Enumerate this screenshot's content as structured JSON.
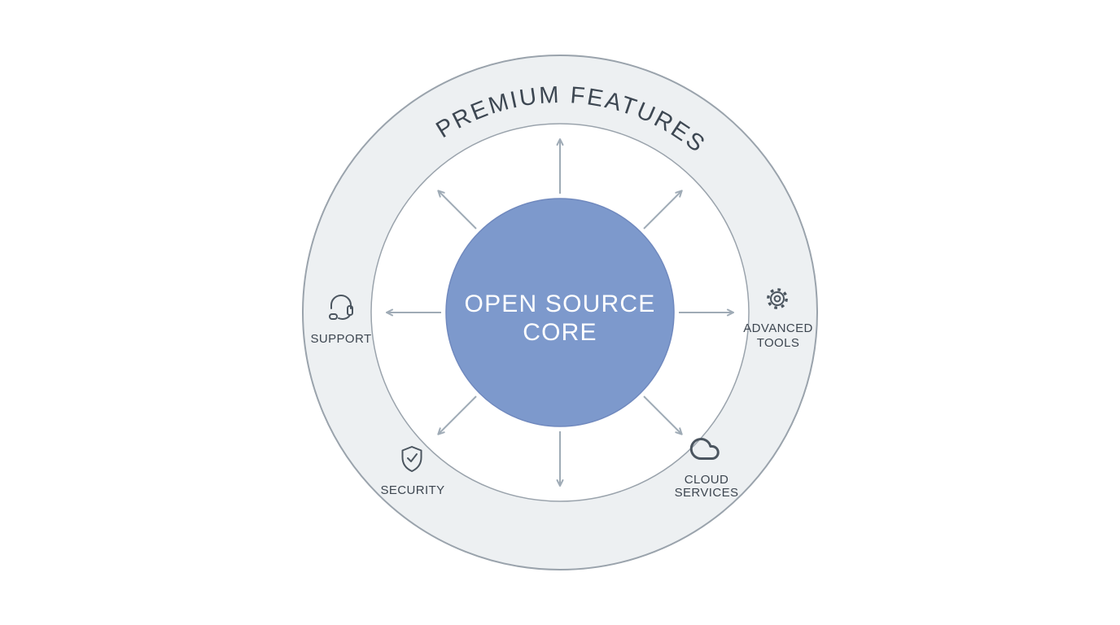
{
  "diagram": {
    "ring_title": "PREMIUM FEATURES",
    "core": {
      "line1": "OPEN SOURCE",
      "line2": "CORE"
    },
    "features": [
      {
        "id": "support",
        "icon": "headset-icon",
        "lines": [
          "SUPPORT"
        ]
      },
      {
        "id": "advanced-tools",
        "icon": "gear-icon",
        "lines": [
          "ADVANCED",
          "TOOLS"
        ]
      },
      {
        "id": "security",
        "icon": "shield-check-icon",
        "lines": [
          "SECURITY"
        ]
      },
      {
        "id": "cloud-services",
        "icon": "cloud-icon",
        "lines": [
          "CLOUD",
          "SERVICES"
        ]
      }
    ],
    "colors": {
      "core_fill": "#7d99cc",
      "core_stroke": "#7089be",
      "ring_fill": "#edf0f2",
      "circle_stroke": "#9aa3ac",
      "arrow": "#9fabb6",
      "dark_text": "#3d4752",
      "core_text": "#ffffff"
    }
  }
}
